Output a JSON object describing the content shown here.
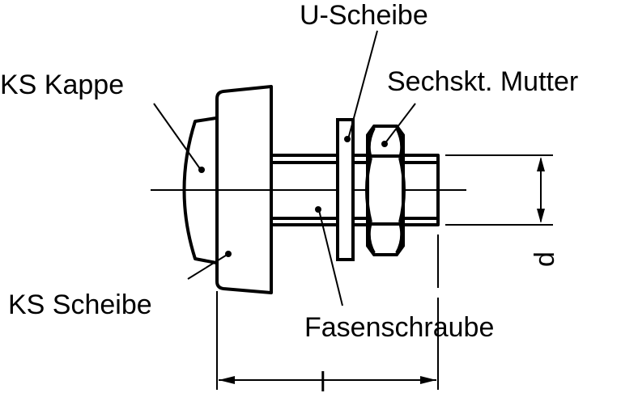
{
  "labels": {
    "u_scheibe": "U-Scheibe",
    "ks_kappe": "KS Kappe",
    "sechskt_mutter": "Sechskt. Mutter",
    "ks_scheibe": "KS Scheibe",
    "fasenschraube": "Fasenschraube",
    "dim_d": "d",
    "dim_l": "l"
  },
  "colors": {
    "line": "#000000",
    "background": "#ffffff"
  }
}
